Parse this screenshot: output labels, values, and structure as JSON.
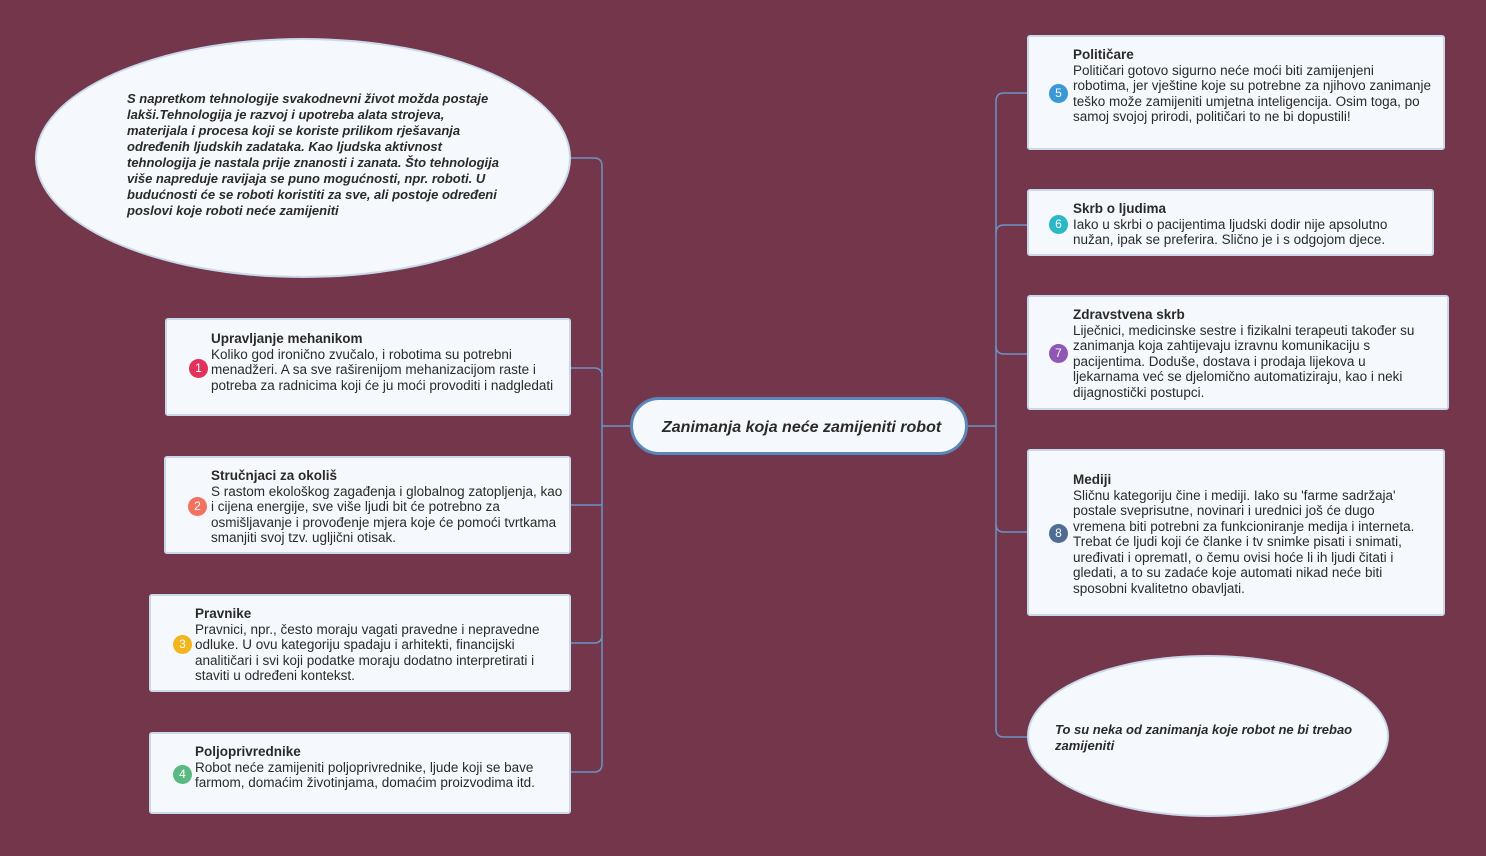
{
  "central": {
    "label": "Zanimanja koja neće zamijeniti robot"
  },
  "intro": "S napretkom tehnologije svakodnevni život možda postaje lakši.Tehnologija je razvoj i upotreba alata strojeva, materijala i procesa koji se koriste prilikom rješavanja određenih ljudskih zadataka. Kao ljudska aktivnost tehnologija je nastala prije znanosti i zanata. Što tehnologija više napreduje ravijaja se puno mogućnosti, npr. roboti. U budućnosti će se roboti koristiti za sve, ali postoje određeni poslovi koje roboti neće zamijeniti",
  "conclusion": "To su neka od zanimanja koje robot ne bi trebao zamijeniti",
  "topics": [
    {
      "num": "1",
      "color": "#e2325b",
      "title": "Upravljanje mehanikom",
      "text": "Koliko god ironično zvučalo, i robotima su potrebni menadžeri. A sa sve raširenijom mehanizacijom raste i potreba za radnicima koji će ju moći provoditi i nadgledati"
    },
    {
      "num": "2",
      "color": "#f27260",
      "title": "Stručnjaci za okoliš",
      "text": "S rastom ekološkog zagađenja i globalnog zatopljenja, kao i cijena energije, sve više ljudi bit će potrebno za osmišljavanje i provođenje mjera koje će pomoći tvrtkama smanjiti svoj tzv. ugljični otisak."
    },
    {
      "num": "3",
      "color": "#f4b51c",
      "title": "Pravnike",
      "text": "Pravnici, npr., često moraju vagati pravedne i nepravedne odluke. U ovu kategoriju spadaju i arhitekti, financijski analitičari i svi koji podatke moraju dodatno interpretirati i staviti u određeni kontekst."
    },
    {
      "num": "4",
      "color": "#5ab983",
      "title": "Poljoprivrednike",
      "text": "Robot neće zamijeniti poljoprivrednike, ljude koji se bave farmom, domaćim životinjama, domaćim proizvodima itd."
    },
    {
      "num": "5",
      "color": "#3b98d6",
      "title": "Političare",
      "text": "Političari gotovo sigurno neće moći biti zamijenjeni robotima, jer vještine koje su potrebne za njihovo zanimanje teško može zamijeniti umjetna inteligencija. Osim toga, po samoj svojoj prirodi, političari to ne bi dopustili!"
    },
    {
      "num": "6",
      "color": "#2bb8c5",
      "title": "Skrb o ljudima",
      "text": "Iako u skrbi o pacijentima ljudski dodir nije apsolutno nužan, ipak se preferira. Slično je i s odgojom djece."
    },
    {
      "num": "7",
      "color": "#8f57b3",
      "title": "Zdravstvena skrb",
      "text": "Liječnici, medicinske sestre i fizikalni terapeuti također su zanimanja koja zahtijevaju izravnu komunikaciju s pacijentima. Doduše, dostava i prodaja lijekova u ljekarnama već se djelomično automatiziraju, kao i neki dijagnostički postupci."
    },
    {
      "num": "8",
      "color": "#4f6d94",
      "title": "Mediji",
      "text": "Sličnu kategoriju čine i mediji. Iako su 'farme sadržaja' postale sveprisutne, novinari i urednici još će dugo vremena biti potrebni za funkcioniranje medija i interneta. Trebat će ljudi koji će članke i tv snimke pisati i snimati, uređivati i oprematI, o čemu ovisi hoće li ih ljudi čitati i gledati, a to su zadaće koje automati nikad neće biti sposobni kvalitetno obavljati."
    }
  ]
}
